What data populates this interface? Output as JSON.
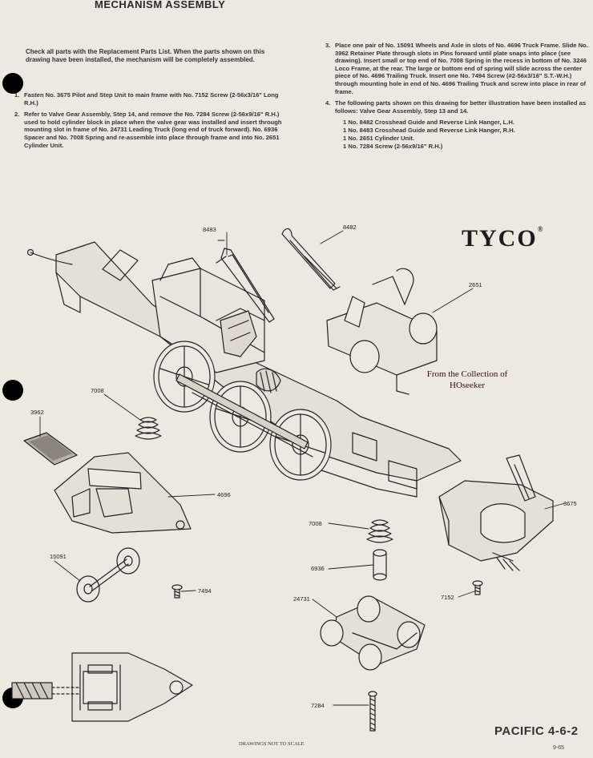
{
  "title": "MECHANISM ASSEMBLY",
  "intro": "Check all parts with the Replacement Parts List. When the parts shown on this drawing have been installed, the mechanism will be completely assembled.",
  "steps": [
    {
      "num": "1.",
      "text": "Fasten No. 3675 Pilot and Step Unit to main frame with No. 7152 Screw (2-56x3/16\" Long R.H.)"
    },
    {
      "num": "2.",
      "text": "Refer to Valve Gear Assembly, Step 14, and remove the No. 7284 Screw (2-56x9/16\" R.H.) used to hold cylinder block in place when the valve gear was installed and insert through mounting slot in frame of No. 24731 Leading Truck (long end of truck forward). No. 6936 Spacer and No. 7008 Spring and re-assemble into place through frame and into No. 2651 Cylinder Unit."
    },
    {
      "num": "3.",
      "text": "Place one pair of No. 15091 Wheels and Axle in slots of No. 4696 Truck Frame. Slide No. 3962 Retainer Plate through slots in Pins forward until plate snaps into place (see drawing). Insert small or top end of No. 7008 Spring in the recess in bottom of No. 3246 Loco Frame, at the rear. The large or bottom end of spring will slide across the center piece of No. 4696 Trailing Truck. Insert one No. 7494 Screw (#2-56x3/16\" S.T.-W.H.) through mounting hole in end of No. 4696 Trailing Truck and screw into place in rear of frame."
    },
    {
      "num": "4.",
      "text": "The following parts shown on this drawing for better illustration have been installed as follows: Valve Gear Assembly, Step 13 and 14."
    }
  ],
  "installed_parts": [
    "1 No. 8482 Crosshead Guide and Reverse Link Hanger, L.H.",
    "1 No. 8483 Crosshead Guide and Reverse Link Hanger, R.H.",
    "1 No. 2651 Cylinder Unit.",
    "1 No. 7284 Screw (2-56x9/16\" R.H.)"
  ],
  "brand": "TYCO",
  "brand_mark": "®",
  "collection_line1": "From the Collection of",
  "collection_line2": "HOseeker",
  "part_labels": {
    "p8483": "8483",
    "p8482": "8482",
    "p2651": "2651",
    "p7008a": "7008",
    "p3962": "3962",
    "p4696": "4696",
    "p15091": "15091",
    "p7494": "7494",
    "p3675": "3675",
    "p7008b": "7008",
    "p6936": "6936",
    "p24731": "24731",
    "p7152": "7152",
    "p7284": "7284"
  },
  "footer_note": "DRAWINGS NOT TO SCALE",
  "model_name": "PACIFIC 4-6-2",
  "date_code": "9-65",
  "colors": {
    "paper": "#ece9e0",
    "ink": "#222222",
    "collection_text": "#2a1010"
  }
}
